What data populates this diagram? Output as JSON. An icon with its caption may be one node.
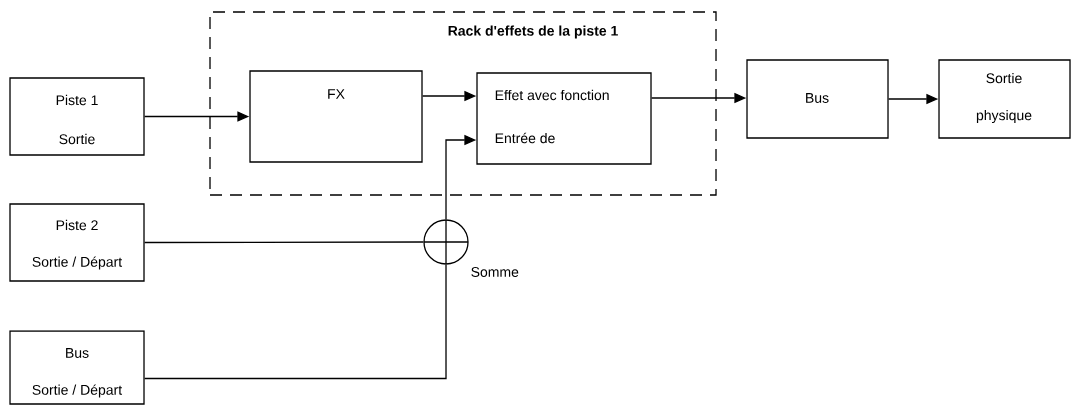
{
  "diagram": {
    "nodes": [
      {
        "text": [
          "Rack d'effets de la piste 1"
        ]
      },
      {
        "text": [
          "Piste 1",
          "Sortie"
        ]
      },
      {
        "text": [
          "FX"
        ],
        "in": 0
      },
      {
        "text": [
          "Effet avec fonction",
          "Entrée de"
        ],
        "in": 0
      },
      {
        "text": [
          "Bus"
        ]
      },
      {
        "text": [
          "Sortie physique"
        ]
      },
      {
        "text": [
          "Piste 2",
          "Sortie / Départ"
        ]
      },
      {
        "text": [
          "Bus",
          "Sortie / Départ"
        ]
      },
      {
        "text": [],
        "shape": "circle",
        "beside": [
          "Somme"
        ]
      }
    ],
    "edges": [
      {
        "from": 1,
        "to": 2,
        "arrow": "to"
      },
      {
        "from": 2,
        "to": 3,
        "arrow": "to"
      },
      {
        "from": 3,
        "to": 4,
        "arrow": "to"
      },
      {
        "from": 4,
        "to": 5,
        "arrow": "to"
      },
      {
        "from": 6,
        "to": 8,
        "arrow": "none"
      },
      {
        "from": 7,
        "to": 8,
        "arrow": "none"
      },
      {
        "from": 8,
        "to": 3,
        "arrow": "to"
      }
    ]
  }
}
